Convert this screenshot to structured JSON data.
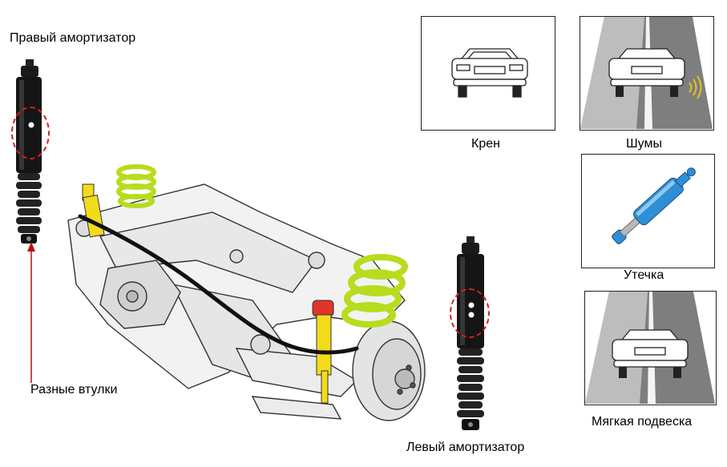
{
  "labels": {
    "right_shock": "Правый амортизатор",
    "bushings": "Разные втулки",
    "left_shock": "Левый амортизатор",
    "roll": "Крен",
    "noise": "Шумы",
    "leak": "Утечка",
    "soft": "Мягкая подвеска"
  },
  "icons": {
    "right_shock": "shock-absorber-icon",
    "left_shock": "shock-absorber-icon",
    "axle": "rear-suspension-icon",
    "roll": "car-rear-view-icon",
    "noise": "car-on-road-noise-icon",
    "leak": "blue-shock-absorber-icon",
    "soft": "car-on-road-icon"
  },
  "colors": {
    "highlight_circle": "#d62020",
    "spring": "#b8dc1e",
    "shock_yellow": "#f2dc1a",
    "leak_shock": "#2f8fd6",
    "stabilizer": "#111111"
  }
}
